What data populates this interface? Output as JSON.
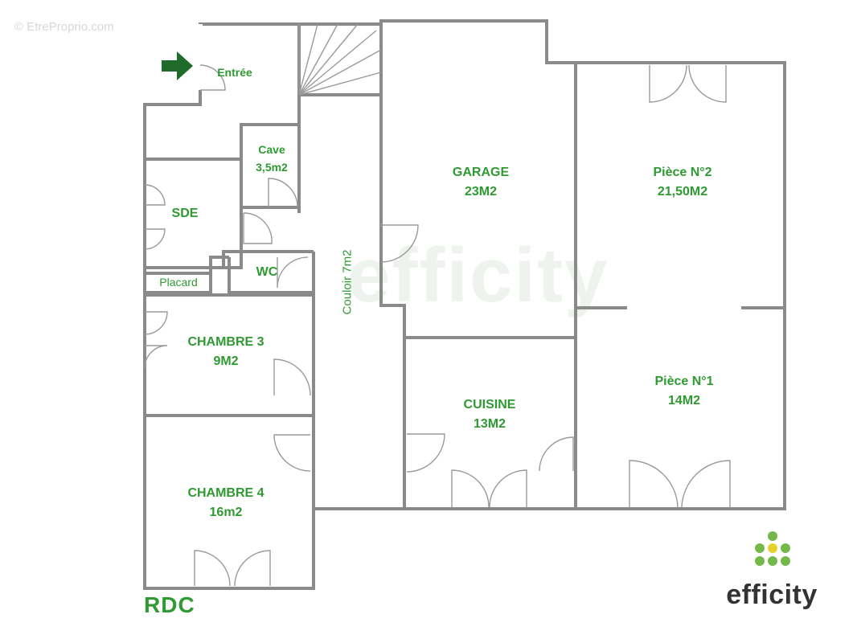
{
  "watermark": "© EtreProprio.com",
  "background_brand": "efficity",
  "level_label": "RDC",
  "brand_logo_text": "efficity",
  "colors": {
    "label_green": "#2f9a32",
    "wall": "#8a8a8a",
    "door": "#9a9a9a",
    "arrow": "#1f6b2a",
    "logo_green": "#74b84a",
    "logo_yellow": "#e5d12b"
  },
  "rooms": {
    "entree": {
      "name": "Entrée"
    },
    "cave": {
      "name": "Cave",
      "area": "3,5m2"
    },
    "sde": {
      "name": "SDE"
    },
    "wc": {
      "name": "WC"
    },
    "placard": {
      "name": "Placard"
    },
    "couloir": {
      "name": "Couloir 7m2"
    },
    "garage": {
      "name": "GARAGE",
      "area": "23M2"
    },
    "piece2": {
      "name": "Pièce N°2",
      "area": "21,50M2"
    },
    "piece1": {
      "name": "Pièce N°1",
      "area": "14M2"
    },
    "cuisine": {
      "name": "CUISINE",
      "area": "13M2"
    },
    "chambre3": {
      "name": "CHAMBRE 3",
      "area": "9M2"
    },
    "chambre4": {
      "name": "CHAMBRE 4",
      "area": "16m2"
    }
  }
}
